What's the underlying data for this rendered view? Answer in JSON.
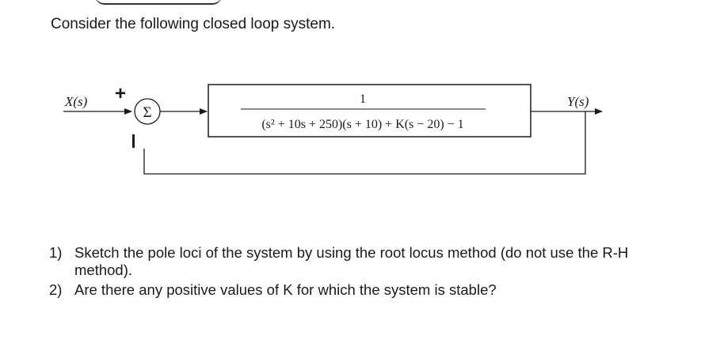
{
  "intro": "Consider the following closed loop system.",
  "diagram": {
    "input_label": "X(s)",
    "output_label": "Y(s)",
    "plus_sign": "+",
    "minus_sign": "−",
    "summer_symbol": "Σ",
    "tf_numerator": "1",
    "tf_denominator": "(s² + 10s + 250)(s + 10) + K(s − 20) − 1"
  },
  "questions": [
    {
      "num": "1)",
      "text": "Sketch the pole loci of the system by using the root locus method (do not use the R-H method)."
    },
    {
      "num": "2)",
      "text": "Are there any positive values of K for which the system is stable?"
    }
  ]
}
